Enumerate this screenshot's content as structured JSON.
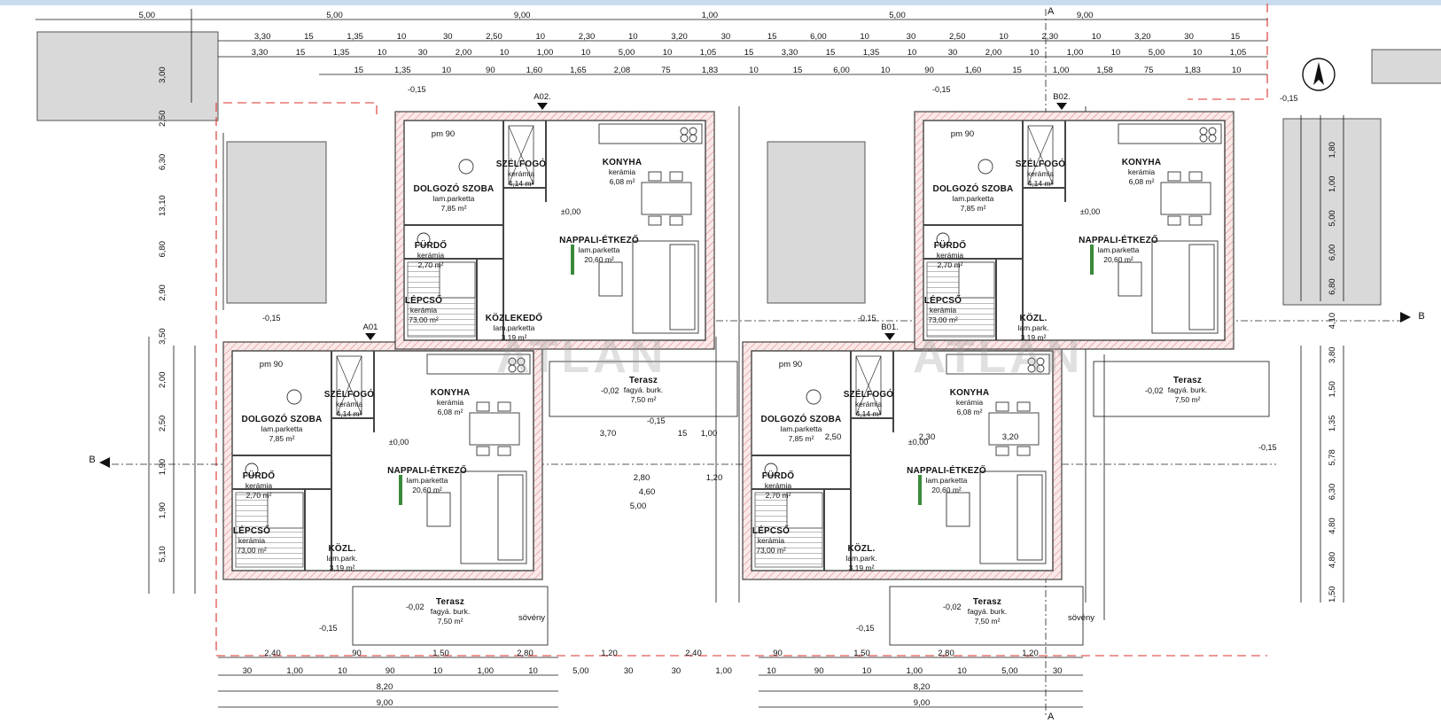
{
  "watermark": "ATLAN",
  "units": [
    {
      "id": "A01",
      "door_tag": "A01",
      "rooms": {
        "dolgozo": {
          "name": "DOLGOZÓ SZOBA",
          "floor": "lam.parketta",
          "area": "7,85 m²"
        },
        "szelfogo": {
          "name": "SZÉLFOGÓ",
          "floor": "kerámia",
          "area": "4,14 m²"
        },
        "konyha": {
          "name": "KONYHA",
          "floor": "kerámia",
          "area": "6,08 m²"
        },
        "nappali": {
          "name": "NAPPALI-ÉTKEZŐ",
          "floor": "lam.parketta",
          "area": "20,60 m²"
        },
        "furdo": {
          "name": "FÜRDŐ",
          "floor": "kerámia",
          "area": "2,70 m²"
        },
        "lepcso": {
          "name": "LÉPCSŐ",
          "floor": "kerámia",
          "area": "73,00 m²"
        },
        "kozl": {
          "name": "KÖZL.",
          "floor": "lam.park.",
          "area": "3,19 m²"
        },
        "terasz": {
          "name": "Terasz",
          "floor": "fagyá. burk.",
          "area": "7,50 m²"
        }
      }
    },
    {
      "id": "A02",
      "door_tag": "A02.",
      "rooms": {
        "dolgozo": {
          "name": "DOLGOZÓ SZOBA",
          "floor": "lam.parketta",
          "area": "7,85 m²"
        },
        "szelfogo": {
          "name": "SZÉLFOGÓ",
          "floor": "kerámia",
          "area": "4,14 m²"
        },
        "konyha": {
          "name": "KONYHA",
          "floor": "kerámia",
          "area": "6,08 m²"
        },
        "nappali": {
          "name": "NAPPALI-ÉTKEZŐ",
          "floor": "lam.parketta",
          "area": "20,60 m²"
        },
        "furdo": {
          "name": "FÜRDŐ",
          "floor": "kerámia",
          "area": "2,70 m²"
        },
        "lepcso": {
          "name": "LÉPCSŐ",
          "floor": "kerámia",
          "area": "73,00 m²"
        },
        "kozl": {
          "name": "KÖZLEKEDŐ",
          "floor": "lam.parketta",
          "area": "3,19 m²"
        },
        "terasz": {
          "name": "Terasz",
          "floor": "fagyá. burk.",
          "area": "7,50 m²"
        }
      }
    },
    {
      "id": "B01",
      "door_tag": "B01.",
      "rooms": {
        "dolgozo": {
          "name": "DOLGOZÓ SZOBA",
          "floor": "lam.parketta",
          "area": "7,85 m²"
        },
        "szelfogo": {
          "name": "SZÉLFOGÓ",
          "floor": "kerámia",
          "area": "4,14 m²"
        },
        "konyha": {
          "name": "KONYHA",
          "floor": "kerámia",
          "area": "6,08 m²"
        },
        "nappali": {
          "name": "NAPPALI-ÉTKEZŐ",
          "floor": "lam.parketta",
          "area": "20,60 m²"
        },
        "furdo": {
          "name": "FÜRDŐ",
          "floor": "kerámia",
          "area": "2,70 m²"
        },
        "lepcso": {
          "name": "LÉPCSŐ",
          "floor": "kerámia",
          "area": "73,00 m²"
        },
        "kozl": {
          "name": "KÖZL.",
          "floor": "lam.park.",
          "area": "3,19 m²"
        },
        "terasz": {
          "name": "Terasz",
          "floor": "fagyá. burk.",
          "area": "7,50 m²"
        }
      }
    },
    {
      "id": "B02",
      "door_tag": "B02.",
      "rooms": {
        "dolgozo": {
          "name": "DOLGOZÓ SZOBA",
          "floor": "lam.parketta",
          "area": "7,85 m²"
        },
        "szelfogo": {
          "name": "SZÉLFOGÓ",
          "floor": "kerámia",
          "area": "4,14 m²"
        },
        "konyha": {
          "name": "KONYHA",
          "floor": "kerámia",
          "area": "6,08 m²"
        },
        "nappali": {
          "name": "NAPPALI-ÉTKEZŐ",
          "floor": "lam.parketta",
          "area": "20,60 m²"
        },
        "furdo": {
          "name": "FÜRDŐ",
          "floor": "kerámia",
          "area": "2,70 m²"
        },
        "lepcso": {
          "name": "LÉPCSŐ",
          "floor": "kerámia",
          "area": "73,00 m²"
        },
        "kozl": {
          "name": "KÖZL.",
          "floor": "lam.park.",
          "area": "3,19 m²"
        },
        "terasz": {
          "name": "Terasz",
          "floor": "fagyá. burk.",
          "area": "7,50 m²"
        }
      }
    }
  ],
  "section_marks": {
    "a": "A",
    "b": "B"
  },
  "levels": {
    "zero": "±0,00",
    "step": "-0,02",
    "ground": "-0,15"
  },
  "other_labels": {
    "pm": "pm 90",
    "sevveny": "sövény"
  },
  "dims": {
    "top_row": [
      "5,00",
      "5,00",
      "9,00",
      "1,00",
      "5,00",
      "9,00"
    ],
    "second_row": [
      "3,30",
      "15",
      "1,35",
      "10",
      "30",
      "2,50",
      "10",
      "2,30",
      "10",
      "3,20",
      "30",
      "15",
      "6,00",
      "10",
      "30",
      "2,50",
      "10",
      "2,30",
      "10",
      "3,20",
      "30",
      "15"
    ],
    "third_row": [
      "3,30",
      "15",
      "1,35",
      "10",
      "30",
      "2,00",
      "10",
      "1,00",
      "10",
      "5,00",
      "10",
      "1,05",
      "15",
      "3,30",
      "15",
      "1,35",
      "10",
      "30",
      "2,00",
      "10",
      "1,00",
      "10",
      "5,00",
      "10",
      "1,05"
    ],
    "fourth_row": [
      "15",
      "1,35",
      "10",
      "90",
      "1,60",
      "1,65",
      "2,08",
      "75",
      "1,83",
      "10",
      "15",
      "6,00",
      "10",
      "90",
      "1,60",
      "15",
      "1,00",
      "1,58",
      "75",
      "1,83",
      "10"
    ],
    "left_vertical": [
      "3,00",
      "2,50",
      "6,30",
      "13,10",
      "6,80",
      "2,90",
      "3,50",
      "2,00",
      "2,50",
      "1,90",
      "1,90",
      "5,10"
    ],
    "right_vertical": [
      "1,80",
      "1,00",
      "5,00",
      "6,00",
      "6,80",
      "4,10",
      "3,80",
      "1,50",
      "1,35",
      "5,78",
      "6,30",
      "4,80",
      "4,80",
      "1,50"
    ],
    "bottom_row1": [
      "2,40",
      "90",
      "1,50",
      "2,80",
      "1,20",
      "2,40",
      "90",
      "1,50",
      "2,80",
      "1,20"
    ],
    "bottom_row2": [
      "30",
      "1,00",
      "10",
      "90",
      "10",
      "1,00",
      "10",
      "5,00",
      "30",
      "30",
      "1,00",
      "10",
      "90",
      "10",
      "1,00",
      "10",
      "5,00",
      "30"
    ],
    "bottom_row3": [
      "8,20",
      "8,20"
    ],
    "bottom_row4": [
      "9,00",
      "9,00"
    ],
    "misc": [
      "3,70",
      "1,00",
      "15",
      "2,80",
      "1,20",
      "4,60",
      "5,00",
      "2,50",
      "3,20",
      "2,30"
    ]
  }
}
